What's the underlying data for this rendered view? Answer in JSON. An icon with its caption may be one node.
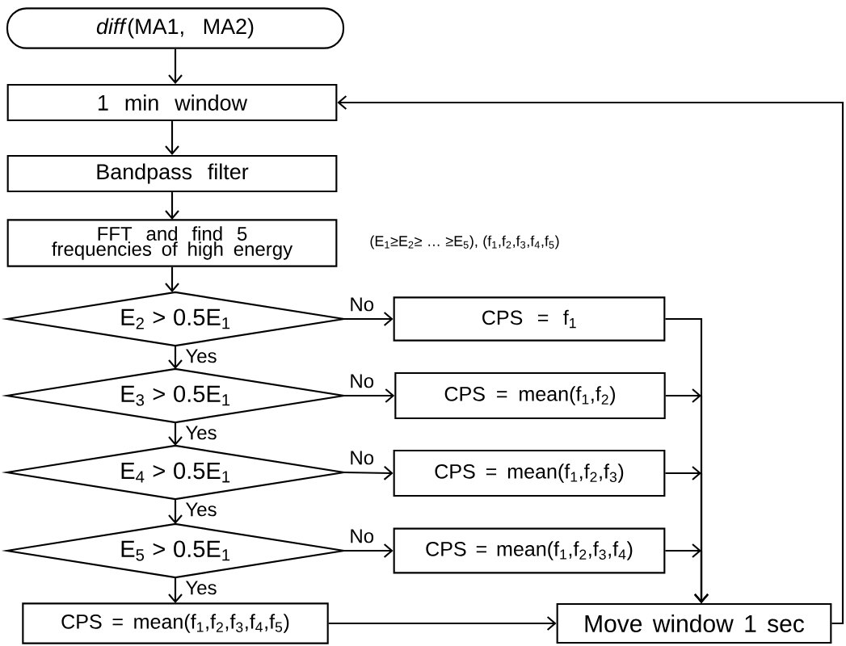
{
  "diagram": {
    "nodes": [
      {
        "text": [
          "*diff*(MA1, MA2)"
        ]
      },
      {
        "text": [
          "1 min window"
        ]
      },
      {
        "text": [
          "Bandpass filter"
        ]
      },
      {
        "text": [
          "FFT and find 5 frequencies of high energy"
        ],
        "beside": [
          "(E$_{1}$≥E$_{2}$≥ … ≥E$_{5}$), (f$_{1}$,f$_{2}$,f$_{3}$,f$_{4}$,f$_{5}$)"
        ]
      },
      {
        "text": [
          "E$_{2}$ > 0.5E$_{1}$"
        ]
      },
      {
        "text": [
          "CPS = f$_{1}$"
        ]
      },
      {
        "text": [
          "E$_{3}$ > 0.5E$_{1}$"
        ]
      },
      {
        "text": [
          "CPS = mean(f$_{1}$,f$_{2}$)"
        ]
      },
      {
        "text": [
          "E$_{4}$ > 0.5E$_{1}$"
        ]
      },
      {
        "text": [
          "CPS = mean(f$_{1}$,f$_{2}$,f$_{3}$)"
        ]
      },
      {
        "text": [
          "E$_{5}$ > 0.5E$_{1}$"
        ]
      },
      {
        "text": [
          "CPS = mean(f$_{1}$,f$_{2}$,f$_{3}$,f$_{4}$)"
        ]
      },
      {
        "text": [
          "CPS = mean(f$_{1}$,f$_{2}$,f$_{3}$,f$_{4}$,f$_{5}$)"
        ]
      },
      {
        "text": [
          "Move window 1 sec"
        ]
      }
    ],
    "edges": [
      {
        "from": 0,
        "to": 1,
        "arrow": "to"
      },
      {
        "from": 1,
        "to": 2,
        "arrow": "to"
      },
      {
        "from": 2,
        "to": 3,
        "arrow": "to"
      },
      {
        "from": 3,
        "to": 4,
        "arrow": "to"
      },
      {
        "from": 4,
        "to": 5,
        "arrow": "to",
        "label": "No"
      },
      {
        "from": 4,
        "to": 6,
        "arrow": "to",
        "label": "Yes"
      },
      {
        "from": 6,
        "to": 7,
        "arrow": "to",
        "label": "No"
      },
      {
        "from": 6,
        "to": 8,
        "arrow": "to",
        "label": "Yes"
      },
      {
        "from": 8,
        "to": 9,
        "arrow": "to",
        "label": "No"
      },
      {
        "from": 8,
        "to": 10,
        "arrow": "to",
        "label": "Yes"
      },
      {
        "from": 10,
        "to": 11,
        "arrow": "to",
        "label": "No"
      },
      {
        "from": 10,
        "to": 12,
        "arrow": "to",
        "label": "Yes"
      },
      {
        "from": 5,
        "to": 13,
        "arrow": "to"
      },
      {
        "from": 7,
        "to": 13,
        "arrow": "to"
      },
      {
        "from": 9,
        "to": 13,
        "arrow": "to"
      },
      {
        "from": 11,
        "to": 13,
        "arrow": "to"
      },
      {
        "from": 12,
        "to": 13,
        "arrow": "to"
      },
      {
        "from": 13,
        "to": 1,
        "arrow": "to"
      }
    ]
  }
}
